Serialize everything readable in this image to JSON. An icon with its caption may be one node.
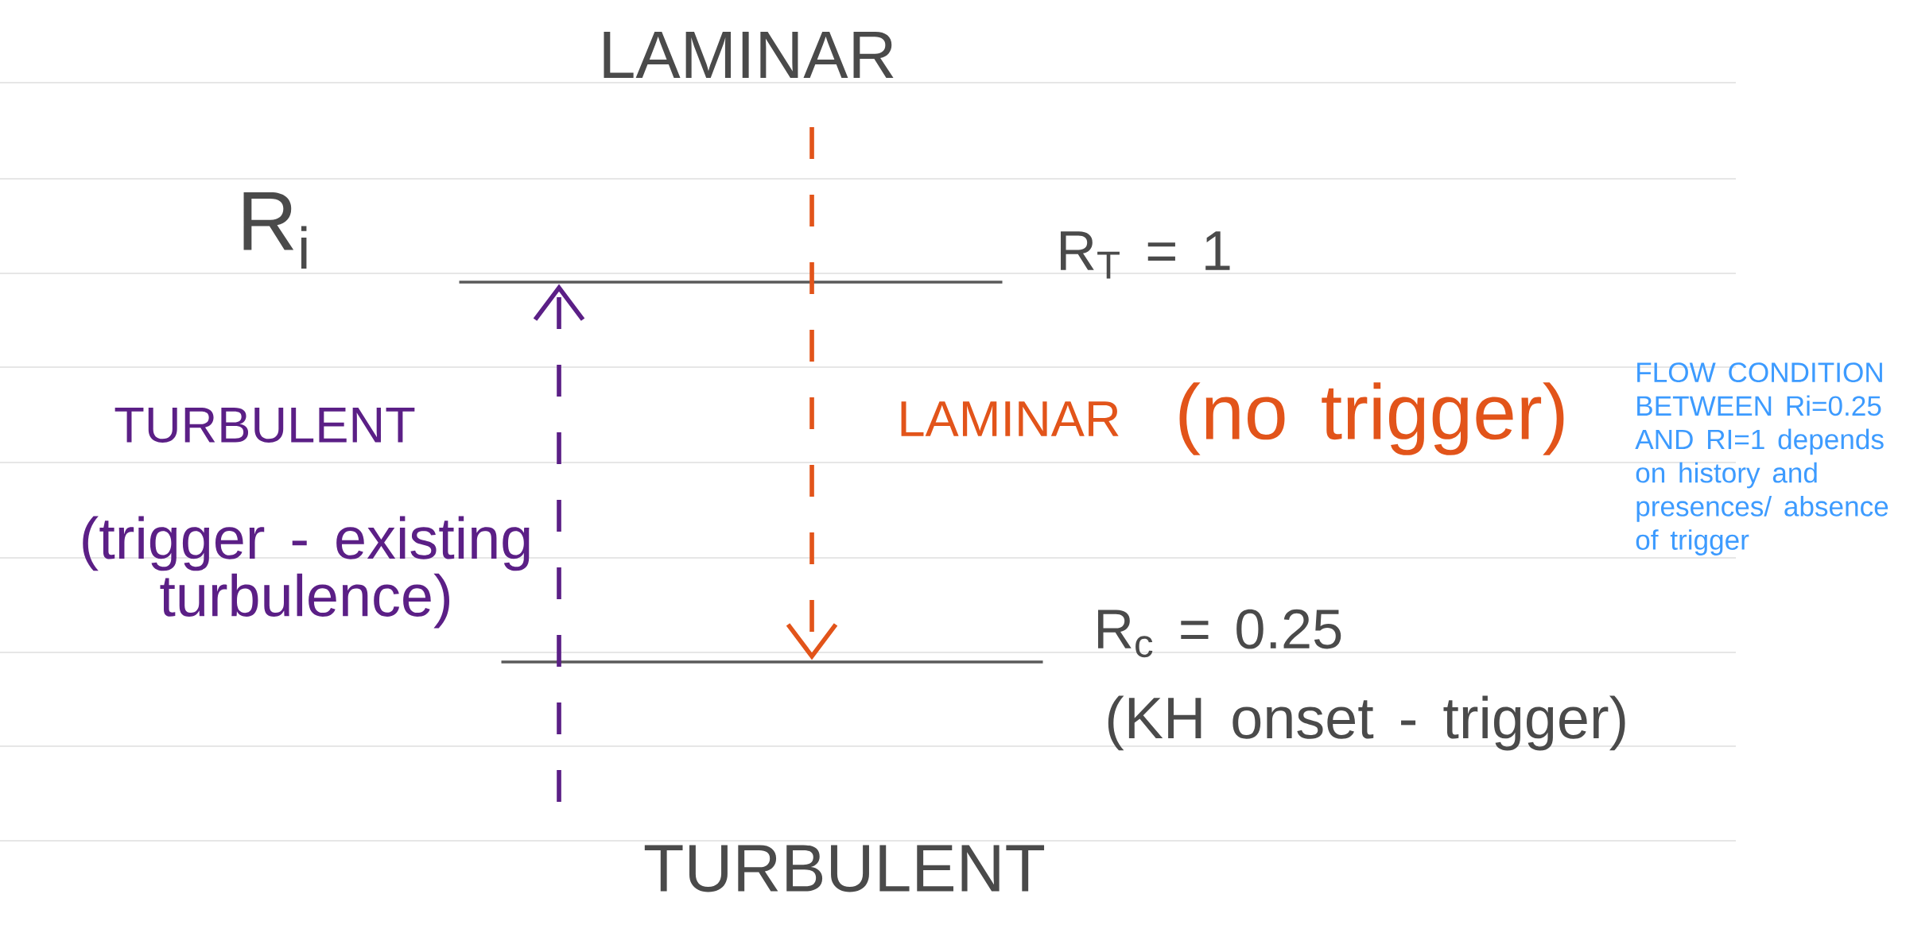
{
  "diagram": {
    "nodes": [
      {
        "text": [],
        "shape": "bar",
        "beside": [
          "R$_{T}$ = 1"
        ]
      },
      {
        "text": [],
        "shape": "bar",
        "beside": [
          "R$_{c}$ = 0.25",
          "(KH onset - trigger)"
        ]
      }
    ],
    "edges": [
      {
        "from": null,
        "to": 0,
        "arrow": "to",
        "style": "dashed",
        "color": "#5b1f86"
      },
      {
        "from": null,
        "to": 1,
        "arrow": "to",
        "style": "dashed",
        "color": "#e2541a"
      }
    ],
    "labels": [
      "LAMINAR",
      "R$_{i}$",
      "TURBULENT",
      "(trigger - existing turbulence)",
      "LAMINAR",
      "(no trigger)",
      "FLOW CONDITION BETWEEN Ri=0.25 AND RI=1 depends on history and presences/ absence of trigger",
      "TURBULENT"
    ]
  }
}
